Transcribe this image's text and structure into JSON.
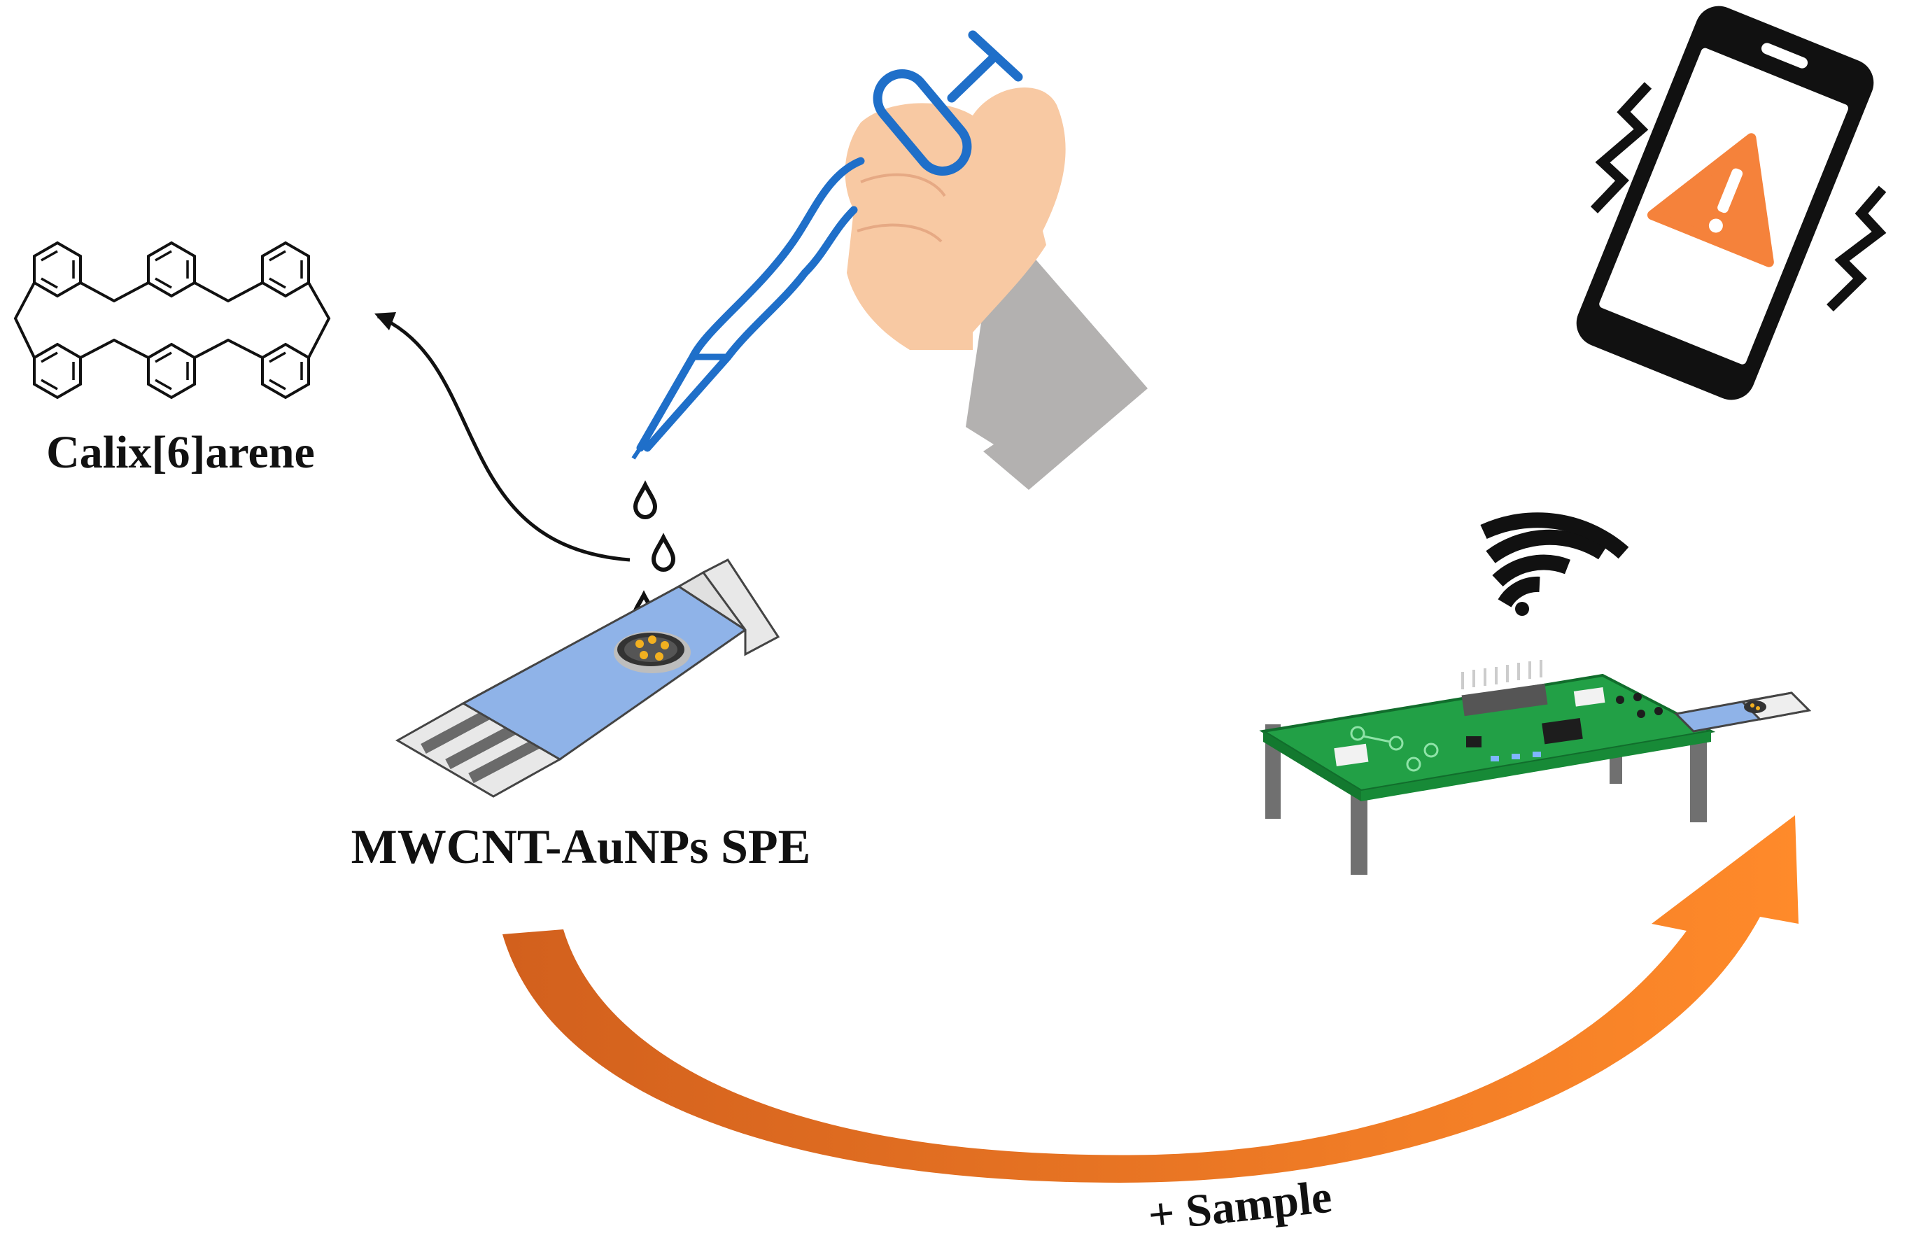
{
  "labels": {
    "molecule": "Calix[6]arene",
    "electrode": "MWCNT-AuNPs SPE",
    "step": "+ Sample"
  },
  "colors": {
    "background": "#ffffff",
    "pipette": "#1f6fc9",
    "skin": "#f8c9a3",
    "sleeve": "#b3b1b0",
    "strip_body": "#8fb3e8",
    "strip_contacts": "#e3e3e3",
    "board": "#22a046",
    "board_legs": "#707070",
    "arrow_start": "#d2601d",
    "arrow_end": "#ff8a2a",
    "warning": "#f5823b",
    "phone": "#111111"
  },
  "icons": {
    "pipette": "pipette-icon",
    "hand": "hand-icon",
    "droplets": "droplet-icon",
    "electrode": "screen-printed-electrode-icon",
    "wifi": "wifi-signal-icon",
    "board": "potentiostat-board-icon",
    "phone": "smartphone-alert-icon",
    "warning": "warning-triangle-icon"
  }
}
